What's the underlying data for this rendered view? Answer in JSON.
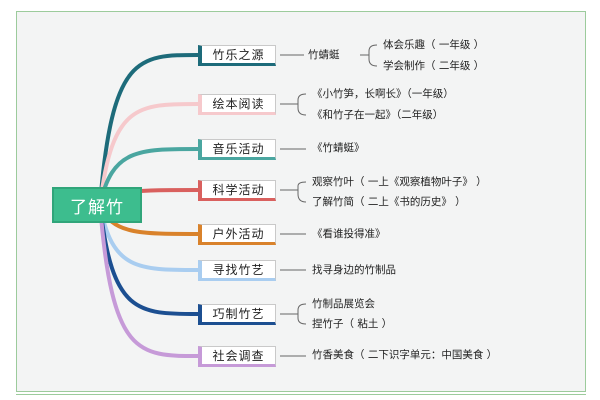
{
  "root": {
    "label": "了解竹"
  },
  "branches": [
    {
      "label": "竹乐之源",
      "color": "#1d6b7a",
      "mid": "竹蜻蜓",
      "leaves": [
        "体会乐趣（ 一年级 ）",
        "学会制作（ 二年级 ）"
      ]
    },
    {
      "label": "绘本阅读",
      "color": "#f6c9cc",
      "leaves": [
        "《小竹笋，长啊长》（一年级）",
        "《和竹子在一起》（二年级）"
      ]
    },
    {
      "label": "音乐活动",
      "color": "#4aa6a0",
      "leaves": [
        "《竹蜻蜓》"
      ]
    },
    {
      "label": "科学活动",
      "color": "#d9605e",
      "leaves": [
        "观察竹叶（ 一上《观察植物叶子》 ）",
        "了解竹简（ 二上《书的历史》 ）"
      ]
    },
    {
      "label": "户外活动",
      "color": "#d9822b",
      "leaves": [
        "《看谁投得准》"
      ]
    },
    {
      "label": "寻找竹艺",
      "color": "#a9cdf0",
      "leaves": [
        "找寻身边的竹制品"
      ]
    },
    {
      "label": "巧制竹艺",
      "color": "#1c4f91",
      "leaves": [
        "竹制品展览会",
        "捏竹子（ 粘土 ）"
      ]
    },
    {
      "label": "社会调查",
      "color": "#c69ad8",
      "leaves": [
        "竹香美食（ 二下识字单元：中国美食 ）"
      ]
    }
  ]
}
